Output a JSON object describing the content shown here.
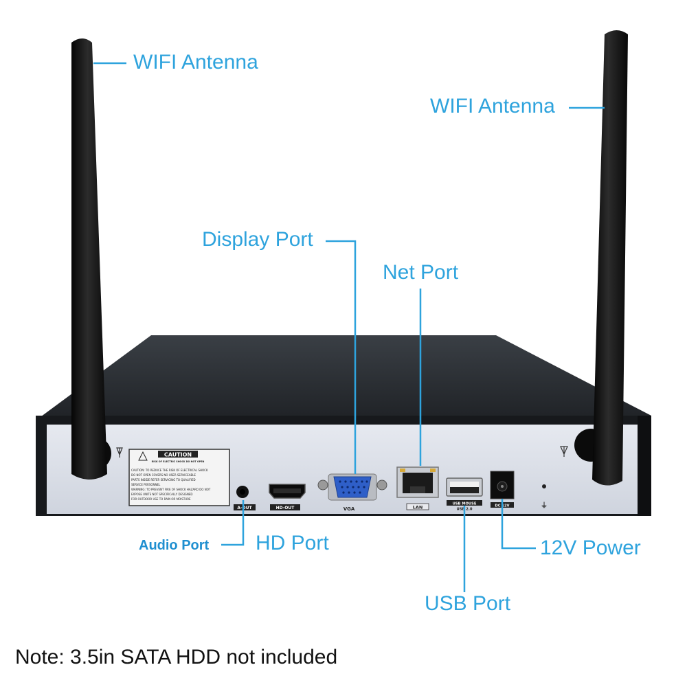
{
  "callouts": {
    "wifi_left": "WIFI Antenna",
    "wifi_right": "WIFI Antenna",
    "display_port": "Display Port",
    "net_port": "Net Port",
    "audio_port": "Audio Port",
    "hd_port": "HD Port",
    "power": "12V Power",
    "usb_port": "USB Port"
  },
  "panel_labels": {
    "aout": "A-OUT",
    "hdout": "HD-OUT",
    "vga": "VGA",
    "lan": "LAN",
    "usb": "USB MOUSE",
    "usb_sub": "USB 2.0",
    "dc": "DC 12V"
  },
  "caution": {
    "title": "CAUTION",
    "sub": "RISK OF ELECTRIC SHOCK DO NOT OPEN",
    "lines": [
      "CAUTION: TO REDUCE THE RISK OF ELECTRICAL SHOCK",
      "DO NOT OPEN COVERS NO USER SERVICEABLE",
      "PARTS INSIDE REFER SERVICING TO QUALIFIED",
      "SERVICE PERSONNEL",
      "WARNING: TO PREVENT FIRE OF SHOCK HAZARD DO NOT",
      "EXPOSE UNITS NOT SPECIFICALLY DESIGNED",
      "FOR OUTDOOR USE TO RAIN OR MOISTURE"
    ]
  },
  "note": "Note: 3.5in SATA HDD not included",
  "colors": {
    "callout_blue": "#2ea3dd",
    "device_top": "#2a2e33",
    "back_panel": "#dfe3ec",
    "antenna": "#111111",
    "vga_blue": "#2f5fc8"
  }
}
